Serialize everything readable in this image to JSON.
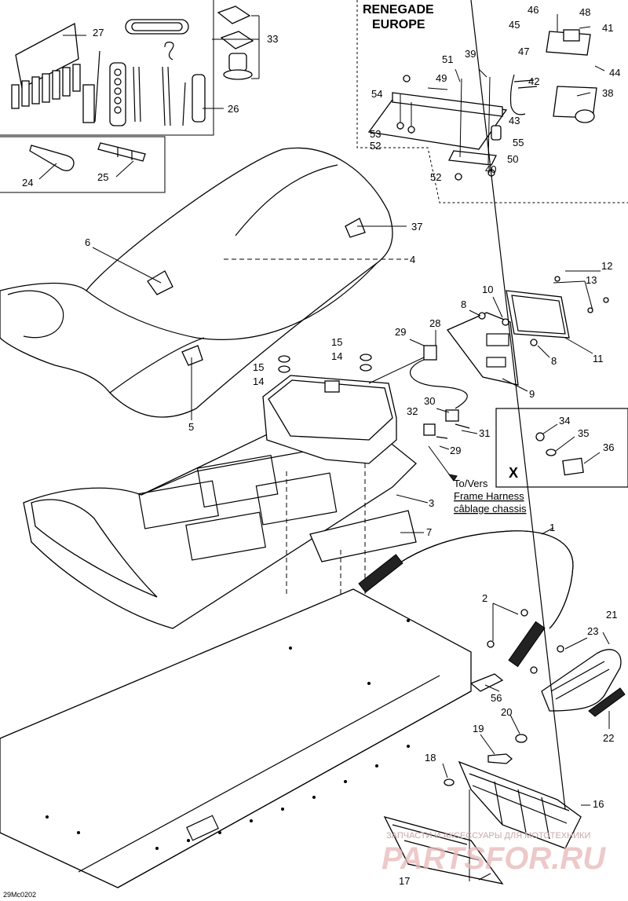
{
  "insets": {
    "renegade_title_line1": "RENEGADE",
    "renegade_title_line2": "EUROPE",
    "x_label": "X"
  },
  "harness_note": {
    "line1": "To/Vers",
    "line2": "Frame Harness",
    "line3": "câblage chassis"
  },
  "reference_code": "29Mc0202",
  "watermark": {
    "small": "ЗАПЧАСТИ И АКСЕССУАРЫ ДЛЯ МОТОТЕХНИКИ",
    "large": "PARTSFOR.RU"
  },
  "callouts": {
    "c1": "1",
    "c2": "2",
    "c3": "3",
    "c4": "4",
    "c5": "5",
    "c6": "6",
    "c7": "7",
    "c8a": "8",
    "c8b": "8",
    "c9": "9",
    "c10": "10",
    "c11": "11",
    "c12": "12",
    "c13": "13",
    "c14a": "14",
    "c14b": "14",
    "c15a": "15",
    "c15b": "15",
    "c16": "16",
    "c17": "17",
    "c18": "18",
    "c19": "19",
    "c20": "20",
    "c21": "21",
    "c22": "22",
    "c23": "23",
    "c24": "24",
    "c25": "25",
    "c26": "26",
    "c27": "27",
    "c28": "28",
    "c29a": "29",
    "c29b": "29",
    "c30": "30",
    "c31": "31",
    "c32": "32",
    "c33": "33",
    "c34": "34",
    "c35": "35",
    "c36": "36",
    "c37": "37",
    "c38": "38",
    "c39": "39",
    "c40": "40",
    "c41": "41",
    "c42": "42",
    "c43": "43",
    "c44": "44",
    "c45": "45",
    "c46": "46",
    "c47": "47",
    "c48": "48",
    "c49": "49",
    "c50": "50",
    "c51": "51",
    "c52a": "52",
    "c52b": "52",
    "c53": "53",
    "c54": "54",
    "c55": "55",
    "c56": "56"
  }
}
